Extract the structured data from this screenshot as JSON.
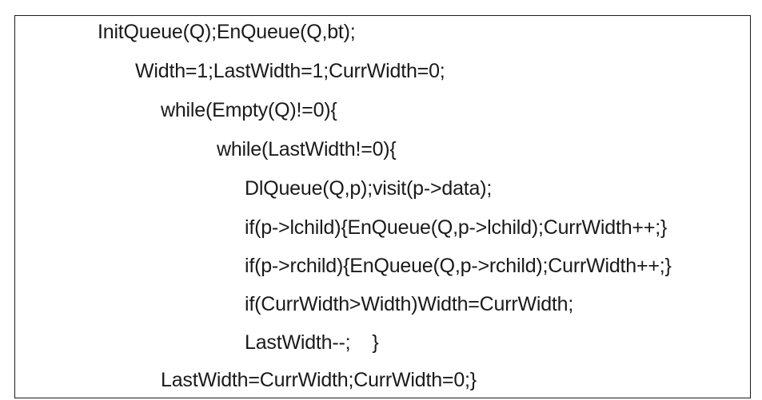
{
  "code": {
    "lines": [
      "InitQueue(Q);EnQueue(Q,bt);",
      "Width=1;LastWidth=1;CurrWidth=0;",
      "while(Empty(Q)!=0){",
      "while(LastWidth!=0){",
      "DlQueue(Q,p);visit(p->data);",
      "if(p->lchild){EnQueue(Q,p->lchild);CurrWidth++;}",
      "if(p->rchild){EnQueue(Q,p->rchild);CurrWidth++;}",
      "if(CurrWidth>Width)Width=CurrWidth;",
      "LastWidth--;    }",
      "LastWidth=CurrWidth;CurrWidth=0;}"
    ]
  }
}
